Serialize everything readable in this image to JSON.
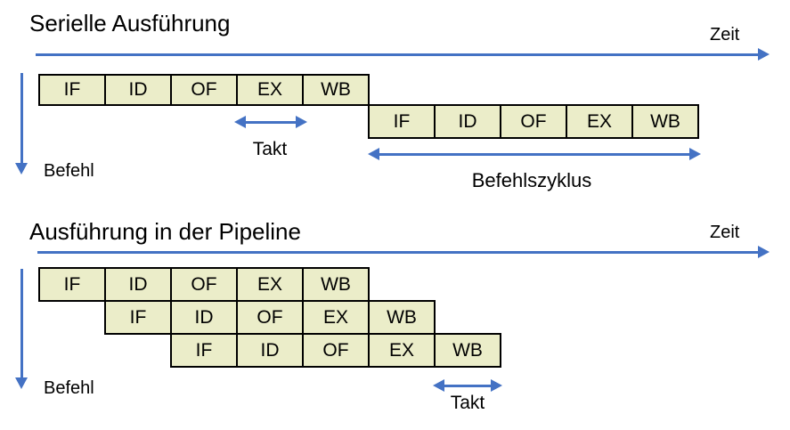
{
  "colors": {
    "arrow_blue": "#4472C4",
    "box_fill": "#EBEDC9",
    "box_border": "#000000",
    "text": "#000000",
    "background": "#FFFFFF"
  },
  "stages": [
    "IF",
    "ID",
    "OF",
    "EX",
    "WB"
  ],
  "serial_section": {
    "title": "Serielle Ausführung",
    "time_axis_label": "Zeit",
    "instruction_axis_label": "Befehl",
    "takt_label": "Takt",
    "cycle_label": "Befehlszyklus",
    "rows": [
      {
        "stages": [
          "IF",
          "ID",
          "OF",
          "EX",
          "WB"
        ]
      },
      {
        "stages": [
          "IF",
          "ID",
          "OF",
          "EX",
          "WB"
        ]
      }
    ]
  },
  "pipeline_section": {
    "title": "Ausführung in der Pipeline",
    "time_axis_label": "Zeit",
    "instruction_axis_label": "Befehl",
    "takt_label": "Takt",
    "rows": [
      {
        "stages": [
          "IF",
          "ID",
          "OF",
          "EX",
          "WB"
        ]
      },
      {
        "stages": [
          "IF",
          "ID",
          "OF",
          "EX",
          "WB"
        ]
      },
      {
        "stages": [
          "IF",
          "ID",
          "OF",
          "EX",
          "WB"
        ]
      }
    ]
  }
}
